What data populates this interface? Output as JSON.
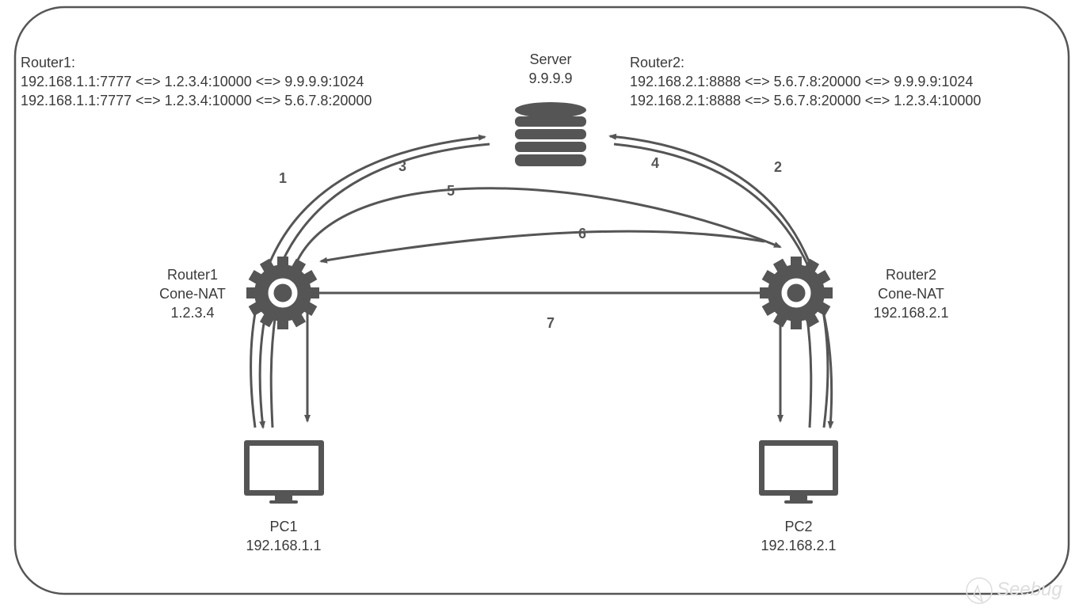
{
  "router1_table": {
    "title": "Router1:",
    "rows": [
      "192.168.1.1:7777 <=> 1.2.3.4:10000 <=> 9.9.9.9:1024",
      "192.168.1.1:7777 <=> 1.2.3.4:10000 <=> 5.6.7.8:20000"
    ]
  },
  "router2_table": {
    "title": "Router2:",
    "rows": [
      "192.168.2.1:8888 <=> 5.6.7.8:20000 <=> 9.9.9.9:1024",
      "192.168.2.1:8888 <=> 5.6.7.8:20000 <=> 1.2.3.4:10000"
    ]
  },
  "server": {
    "name": "Server",
    "ip": "9.9.9.9"
  },
  "router1": {
    "name": "Router1",
    "type": "Cone-NAT",
    "ip": "1.2.3.4"
  },
  "router2": {
    "name": "Router2",
    "type": "Cone-NAT",
    "ip": "192.168.2.1"
  },
  "pc1": {
    "name": "PC1",
    "ip": "192.168.1.1"
  },
  "pc2": {
    "name": "PC2",
    "ip": "192.168.2.1"
  },
  "steps": [
    "1",
    "2",
    "3",
    "4",
    "5",
    "6",
    "7"
  ],
  "watermark": "Seebug",
  "colors": {
    "stroke": "#555555"
  }
}
